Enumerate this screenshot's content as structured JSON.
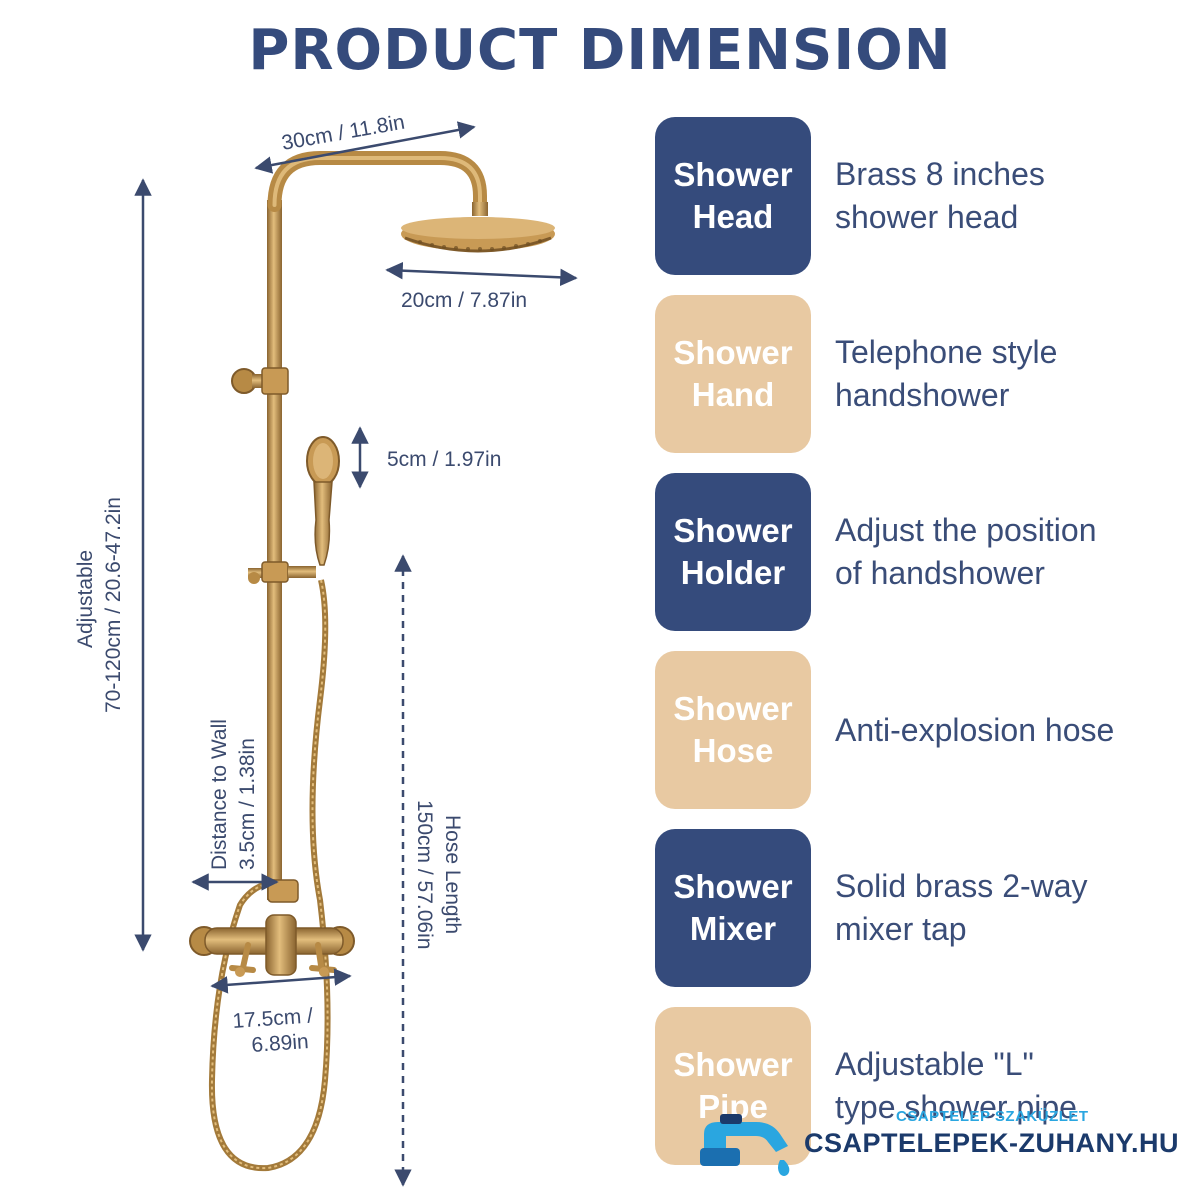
{
  "title": "PRODUCT DIMENSION",
  "colors": {
    "title": "#354b7c",
    "navy_badge": "#354b7c",
    "tan_badge": "#e8c9a2",
    "dimension_lines": "#3b4a6e",
    "brass": "#c0934e"
  },
  "dimensions": {
    "top_width": "30cm / 11.8in",
    "head_diameter": "20cm / 7.87in",
    "handshower_size": "5cm / 1.97in",
    "adjustable_line1": "Adjustable",
    "adjustable_line2": "70-120cm / 20.6-47.2in",
    "wall_line1": "Distance to Wall",
    "wall_line2": "3.5cm / 1.38in",
    "hose_line1": "Hose Length",
    "hose_line2": "150cm / 57.06in",
    "mixer_line1": "17.5cm /",
    "mixer_line2": "6.89in"
  },
  "features": [
    {
      "badge_line1": "Shower",
      "badge_line2": "Head",
      "style": "navy",
      "desc_line1": "Brass 8 inches",
      "desc_line2": "shower head"
    },
    {
      "badge_line1": "Shower",
      "badge_line2": "Hand",
      "style": "tan",
      "desc_line1": "Telephone style",
      "desc_line2": "handshower"
    },
    {
      "badge_line1": "Shower",
      "badge_line2": "Holder",
      "style": "navy",
      "desc_line1": "Adjust the position",
      "desc_line2": "of handshower"
    },
    {
      "badge_line1": "Shower",
      "badge_line2": "Hose",
      "style": "tan",
      "desc_line1": "Anti-explosion hose",
      "desc_line2": ""
    },
    {
      "badge_line1": "Shower",
      "badge_line2": "Mixer",
      "style": "navy",
      "desc_line1": "Solid brass 2-way",
      "desc_line2": "mixer tap"
    },
    {
      "badge_line1": "Shower",
      "badge_line2": "Pipe",
      "style": "tan",
      "desc_line1": "Adjustable \"L\"",
      "desc_line2": "type shower pipe"
    }
  ],
  "watermark": {
    "small": "CSAPTELEP SZAKÜZLET",
    "big": "CSAPTELEPEK-ZUHANY.HU"
  }
}
